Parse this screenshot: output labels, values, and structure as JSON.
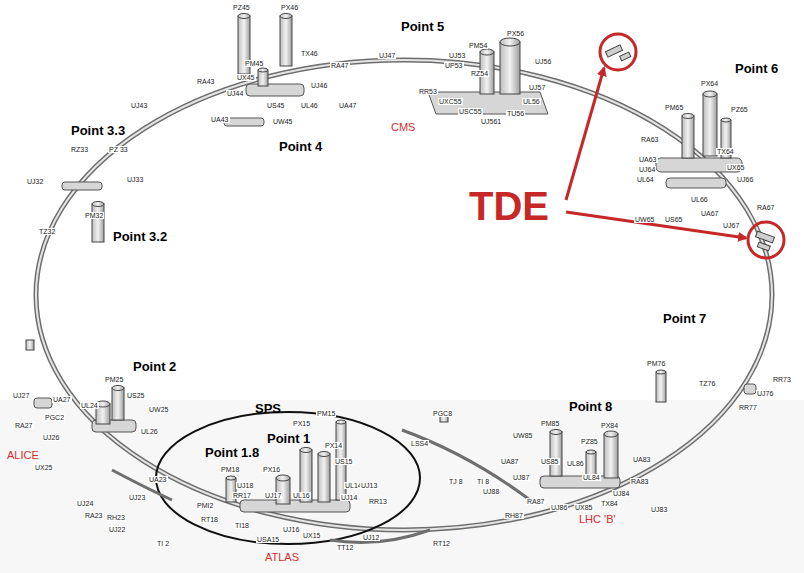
{
  "diagram": {
    "labels": [
      "PZ45",
      "PX46",
      "Point 5",
      "PX56",
      "PM54",
      "TX46",
      "UJ53",
      "UJ47",
      "UJ56",
      "PM45",
      "RA47",
      "UP53",
      "Point 6",
      "RZ54",
      "UX45",
      "RA43",
      "PX64",
      "UJ46",
      "UJ57",
      "RR53",
      "UJ44",
      "UXC55",
      "UL56",
      "US45",
      "UL46",
      "UA47",
      "UJ43",
      "PM65",
      "PZ65",
      "USC55",
      "TU56",
      "UA43",
      "UJ561",
      "UW45",
      "CMS",
      "Point 3.3",
      "Point 4",
      "RA63",
      "RZ33",
      "PZ 33",
      "TX64",
      "UA63",
      "UX65",
      "UJ64",
      "UL64",
      "UJ66",
      "UJ33",
      "UJ32",
      "TDE",
      "UL66",
      "RA67",
      "UA67",
      "UW65",
      "US65",
      "UJ67",
      "PM32",
      "TZ32",
      "Point 3.2",
      "Point 7",
      "PM76",
      "Point 2",
      "RR73",
      "PM25",
      "TZ76",
      "UJ27",
      "UJ76",
      "US25",
      "UA27",
      "UL24",
      "Point 8",
      "SPS",
      "RR77",
      "UW25",
      "PGC8",
      "PM15",
      "PGC2",
      "RA27",
      "PM85",
      "PX84",
      "UL26",
      "UW85",
      "UJ26",
      "Point 1",
      "PX15",
      "PZ85",
      "LSS4",
      "PX14",
      "Point 1.8",
      "ALICE",
      "UA83",
      "US85",
      "UA87",
      "US15",
      "UL86",
      "UX25",
      "PM18",
      "PX16",
      "UA23",
      "UJ87",
      "UL84",
      "TJ 8",
      "TI 8",
      "RA83",
      "UJ18",
      "UL14",
      "UJ13",
      "UJ88",
      "UJ84",
      "RR17",
      "UJ17",
      "UL16",
      "UJ14",
      "UJ23",
      "RR13",
      "RA87",
      "UJ24",
      "TX84",
      "PMI2",
      "UJ86",
      "UX85",
      "UJ83",
      "RA23",
      "RH23",
      "RH87",
      "LHC 'B'",
      "RT18",
      "TI18",
      "UJ22",
      "UJ16",
      "UX15",
      "UJ12",
      "USA15",
      "TI 2",
      "RT12",
      "TT12",
      "ATLAS"
    ]
  }
}
